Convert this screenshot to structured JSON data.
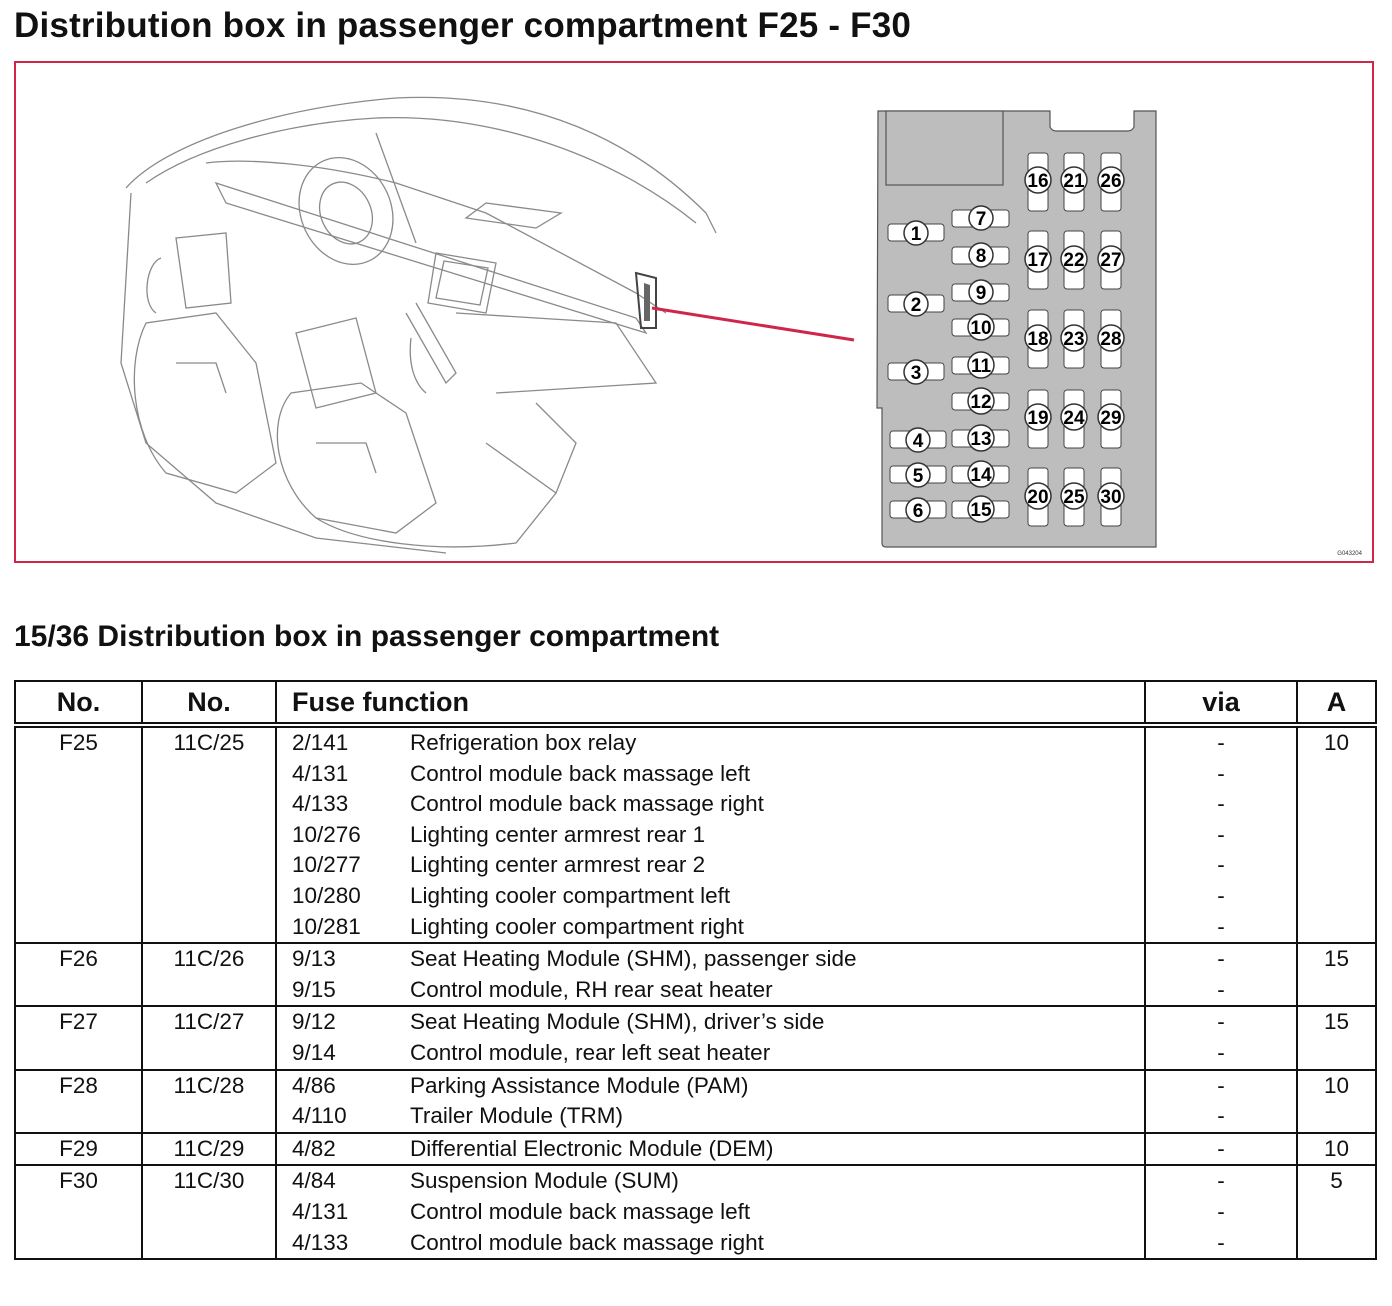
{
  "document": {
    "title": "Distribution box in passenger compartment F25 - F30",
    "figure": {
      "code": "G043204",
      "fuse_numbers": {
        "left_column": [
          "1",
          "2",
          "3",
          "4",
          "5",
          "6"
        ],
        "middle_column": [
          "7",
          "8",
          "9",
          "10",
          "11",
          "12",
          "13",
          "14",
          "15"
        ],
        "right_column_1": [
          "16",
          "17",
          "18",
          "19",
          "20"
        ],
        "right_column_2": [
          "21",
          "22",
          "23",
          "24",
          "25"
        ],
        "right_column_3": [
          "26",
          "27",
          "28",
          "29",
          "30"
        ]
      },
      "colors": {
        "frame": "#d0264a",
        "pointer": "#d0264a",
        "fuse_box": "#bdbdbd"
      }
    },
    "section_title": "15/36 Distribution box in passenger compartment",
    "table": {
      "headers": {
        "no": "No.",
        "conn_no": "No.",
        "function": "Fuse function",
        "via": "via",
        "amp": "A"
      },
      "rows": [
        {
          "no": "F25",
          "conn": "11C/25",
          "amp": "10",
          "functions": [
            {
              "ref": "2/141",
              "desc": "Refrigeration box relay",
              "via": "-"
            },
            {
              "ref": "4/131",
              "desc": "Control module back massage left",
              "via": "-"
            },
            {
              "ref": "4/133",
              "desc": "Control module back massage right",
              "via": "-"
            },
            {
              "ref": "10/276",
              "desc": "Lighting center armrest rear 1",
              "via": "-"
            },
            {
              "ref": "10/277",
              "desc": "Lighting center armrest rear 2",
              "via": "-"
            },
            {
              "ref": "10/280",
              "desc": "Lighting cooler compartment left",
              "via": "-"
            },
            {
              "ref": "10/281",
              "desc": "Lighting cooler compartment right",
              "via": "-"
            }
          ]
        },
        {
          "no": "F26",
          "conn": "11C/26",
          "amp": "15",
          "functions": [
            {
              "ref": "9/13",
              "desc": "Seat Heating Module (SHM), passenger side",
              "via": "-"
            },
            {
              "ref": "9/15",
              "desc": "Control module, RH rear seat heater",
              "via": "-"
            }
          ]
        },
        {
          "no": "F27",
          "conn": "11C/27",
          "amp": "15",
          "functions": [
            {
              "ref": "9/12",
              "desc": "Seat Heating Module (SHM), driver’s side",
              "via": "-"
            },
            {
              "ref": "9/14",
              "desc": "Control module, rear left seat heater",
              "via": "-"
            }
          ]
        },
        {
          "no": "F28",
          "conn": "11C/28",
          "amp": "10",
          "functions": [
            {
              "ref": "4/86",
              "desc": "Parking Assistance Module (PAM)",
              "via": "-"
            },
            {
              "ref": "4/110",
              "desc": "Trailer Module (TRM)",
              "via": "-"
            }
          ]
        },
        {
          "no": "F29",
          "conn": "11C/29",
          "amp": "10",
          "functions": [
            {
              "ref": "4/82",
              "desc": "Differential Electronic Module (DEM)",
              "via": "-"
            }
          ]
        },
        {
          "no": "F30",
          "conn": "11C/30",
          "amp": "5",
          "functions": [
            {
              "ref": "4/84",
              "desc": "Suspension Module (SUM)",
              "via": "-"
            },
            {
              "ref": "4/131",
              "desc": "Control module back massage left",
              "via": "-"
            },
            {
              "ref": "4/133",
              "desc": "Control module back massage right",
              "via": "-"
            }
          ]
        }
      ]
    }
  }
}
